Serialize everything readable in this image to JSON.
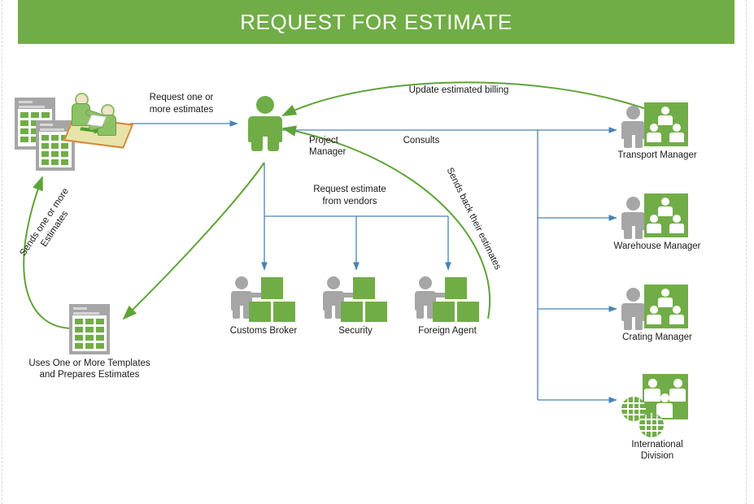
{
  "title": {
    "text": "REQUEST FOR ESTIMATE"
  },
  "theme": {
    "banner_green": "#71AD47",
    "icon_green": "#71AD47",
    "icon_gray": "#a6a6a6",
    "arrow_blue": "#4A82B8",
    "arrow_green": "#5FA338",
    "text_dark": "#1a1a1a",
    "background": "#ffffff"
  },
  "nodes": {
    "estimate_templates": {
      "label": "",
      "icon": "stacked-documents-icon"
    },
    "meeting": {
      "label": "",
      "icon": "two-people-meeting-icon"
    },
    "project_manager": {
      "label": "Project\nManager",
      "icon": "person-green-icon"
    },
    "prepares_estimates": {
      "label": "Uses One or More\nTemplates and\nPrepares Estimates",
      "icon": "document-icon"
    },
    "customs_broker": {
      "label": "Customs Broker",
      "icon": "vendor-person-boxes-icon"
    },
    "security": {
      "label": "Security",
      "icon": "vendor-person-boxes-icon"
    },
    "foreign_agent": {
      "label": "Foreign Agent",
      "icon": "vendor-person-boxes-icon"
    },
    "transport_manager": {
      "label": "Transport Manager",
      "icon": "manager-org-icon"
    },
    "warehouse_manager": {
      "label": "Warehouse Manager",
      "icon": "manager-org-icon"
    },
    "crating_manager": {
      "label": "Crating Manager",
      "icon": "manager-org-icon"
    },
    "international_division": {
      "label": "International\nDivision",
      "icon": "globe-org-icon"
    }
  },
  "edges": {
    "request_estimates": {
      "label": "Request one or\nmore estimates",
      "color": "#4A82B8",
      "from": "meeting",
      "to": "project_manager"
    },
    "sends_estimates": {
      "label": "Sends one or more\nEstimates",
      "color": "#5FA338",
      "from": "prepares_estimates",
      "to": "estimate_templates"
    },
    "prepare_flow": {
      "label": "",
      "color": "#5FA338",
      "from": "project_manager",
      "to": "prepares_estimates"
    },
    "request_from_vendors": {
      "label": "Request estimate\nfrom vendors",
      "color": "#4A82B8",
      "from": "project_manager",
      "to": "vendors"
    },
    "sends_back_estimates": {
      "label": "Sends back their estimates",
      "color": "#5FA338",
      "from": "foreign_agent",
      "to": "project_manager"
    },
    "consults": {
      "label": "Consults",
      "color": "#4A82B8",
      "from": "project_manager",
      "to": "managers"
    },
    "update_billing": {
      "label": "Update estimated billing",
      "color": "#5FA338",
      "from": "transport_manager",
      "to": "project_manager"
    }
  }
}
